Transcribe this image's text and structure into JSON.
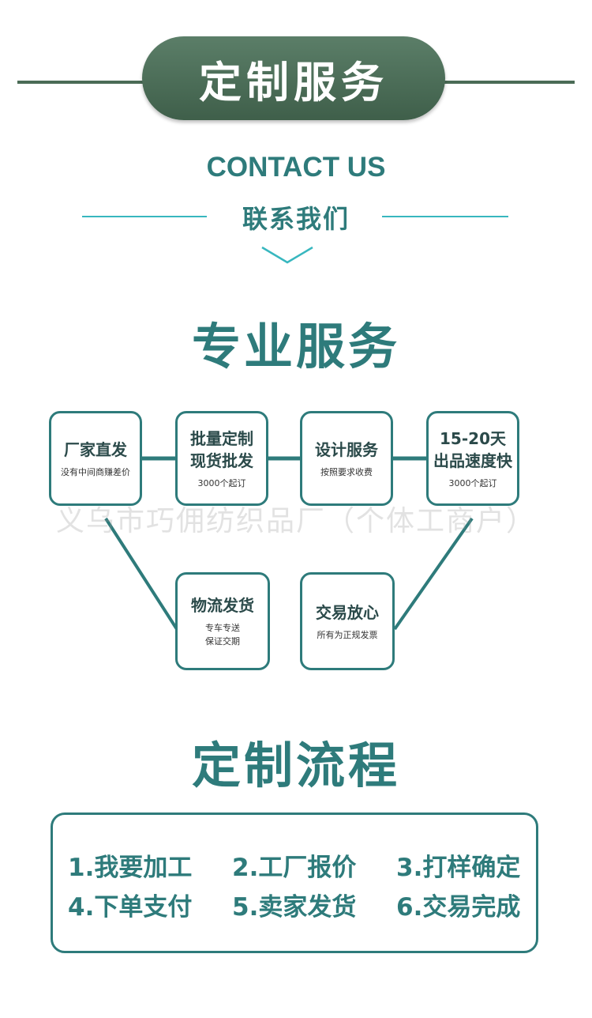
{
  "header": {
    "title": "定制服务"
  },
  "contact": {
    "en": "CONTACT US",
    "cn": "联系我们"
  },
  "services": {
    "title": "专业服务",
    "items": [
      {
        "title": "厂家直发",
        "subtitle": "没有中间商赚差价"
      },
      {
        "title": "批量定制\n现货批发",
        "subtitle": "3000个起订"
      },
      {
        "title": "设计服务",
        "subtitle": "按照要求收费"
      },
      {
        "title": "15-20天\n出品速度快",
        "subtitle": "3000个起订"
      },
      {
        "title": "物流发货",
        "subtitle": "专车专送\n保证交期"
      },
      {
        "title": "交易放心",
        "subtitle": "所有为正规发票"
      }
    ],
    "watermark": "义乌市巧佣纺织品厂（个体工商户）"
  },
  "process": {
    "title": "定制流程",
    "steps": [
      "1.我要加工",
      "2.工厂报价",
      "3.打样确定",
      "4.下单支付",
      "5.卖家发货",
      "6.交易完成"
    ]
  },
  "colors": {
    "teal": "#2e7b7b",
    "green_banner": "#4a6b56",
    "accent_line": "#38b7bf"
  }
}
